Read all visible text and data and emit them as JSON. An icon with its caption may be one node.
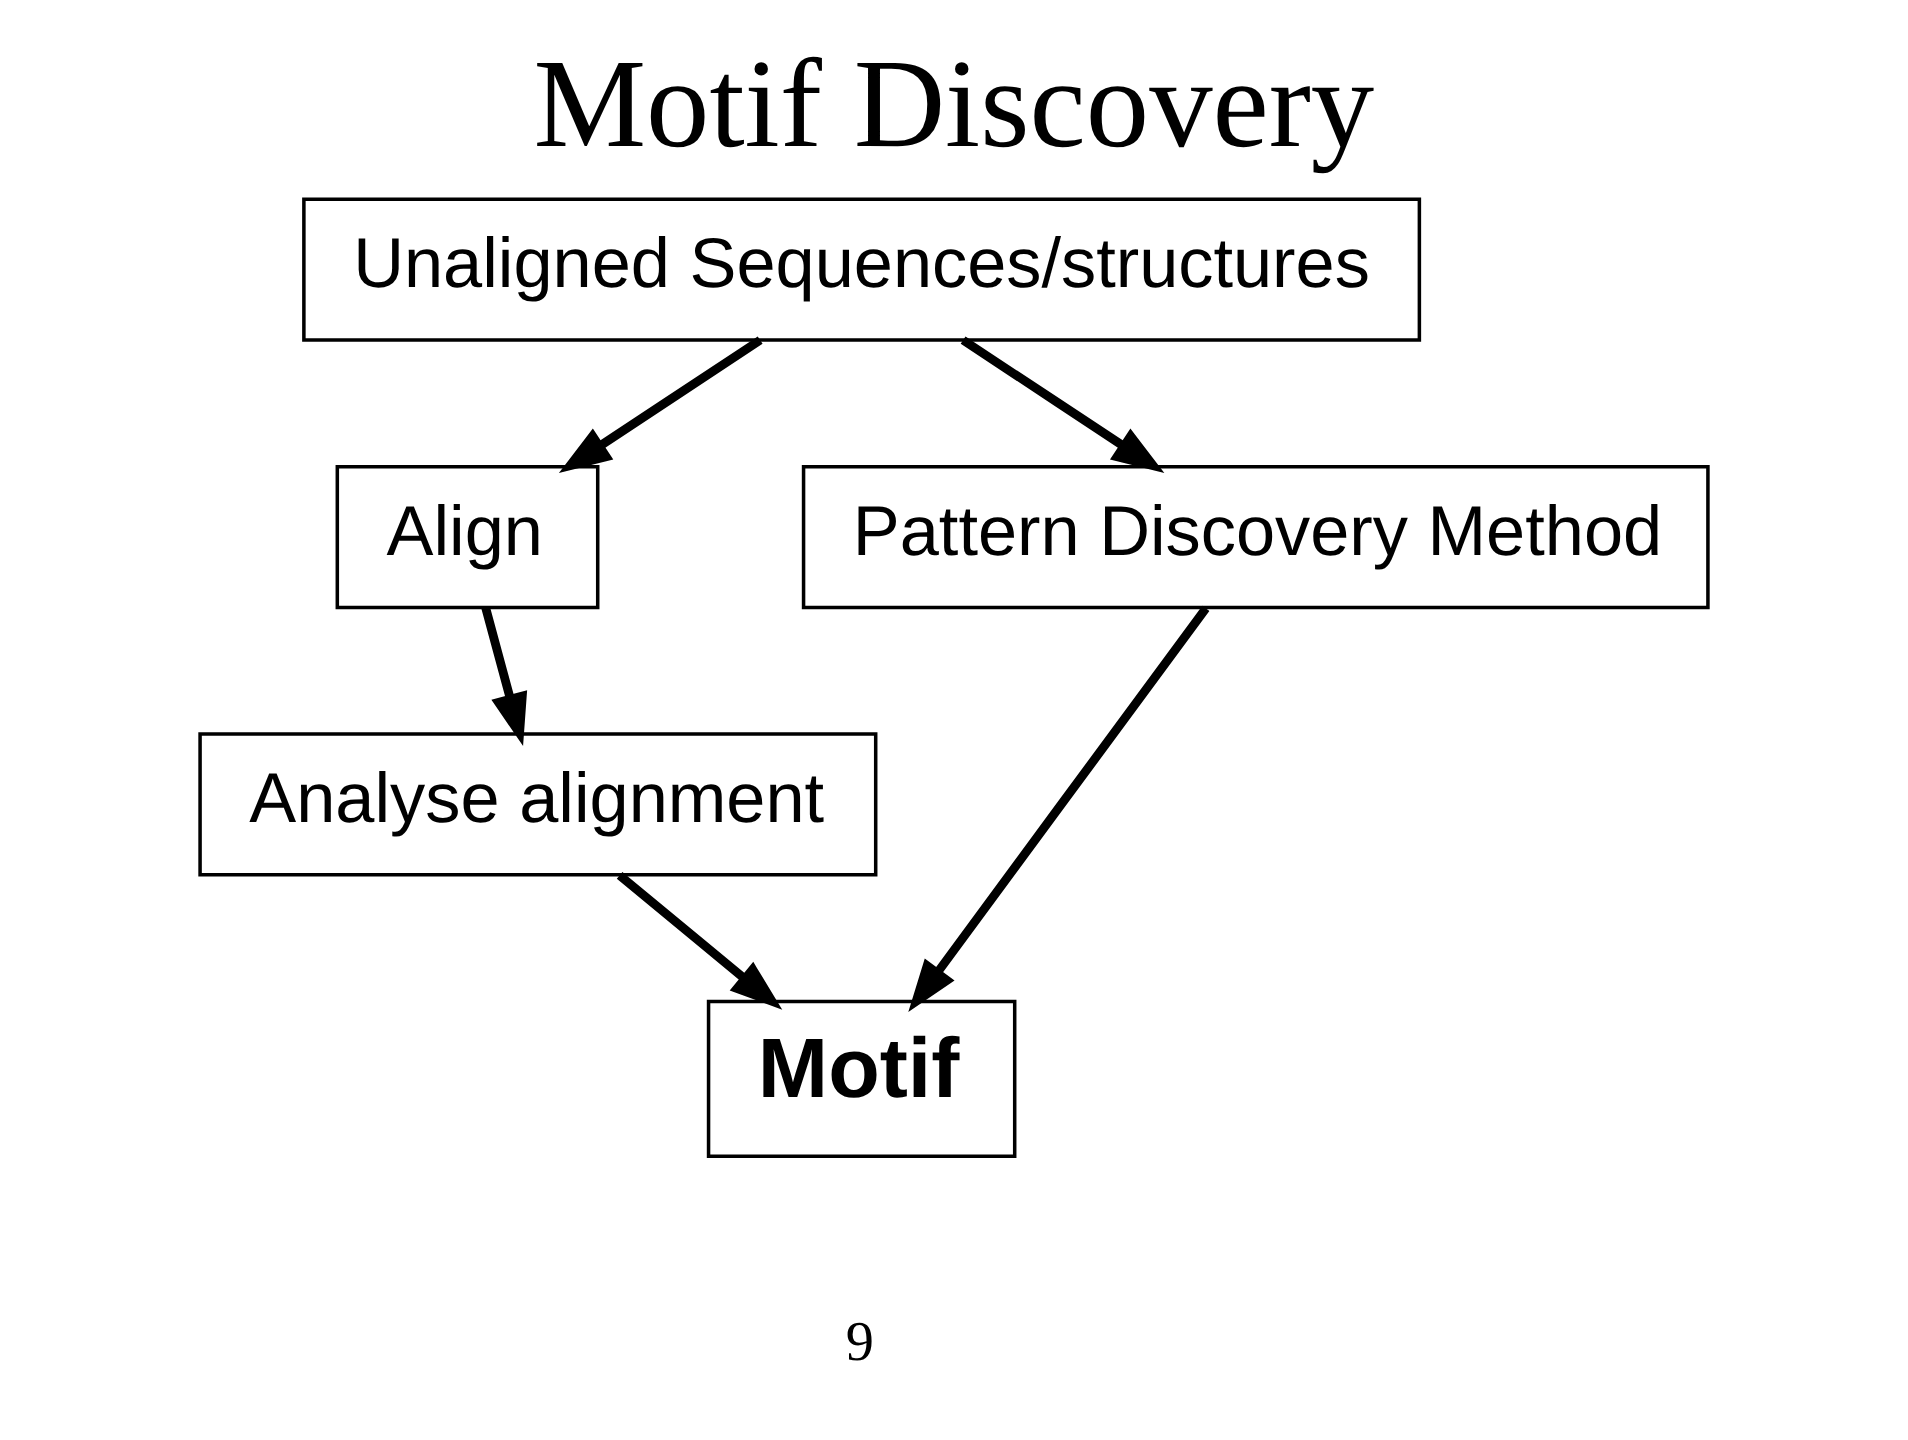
{
  "diagram": {
    "title": "Motif Discovery",
    "nodes": [
      {
        "text": [
          "Unaligned Sequences/structures"
        ]
      },
      {
        "text": [
          "Align"
        ]
      },
      {
        "text": [
          "Pattern Discovery Method"
        ]
      },
      {
        "text": [
          "Analyse alignment"
        ]
      },
      {
        "text": [
          "Motif"
        ]
      }
    ],
    "edges": [
      {
        "from": 0,
        "to": 1,
        "arrow": "to"
      },
      {
        "from": 0,
        "to": 2,
        "arrow": "to"
      },
      {
        "from": 1,
        "to": 3,
        "arrow": "to"
      },
      {
        "from": 3,
        "to": 4,
        "arrow": "to"
      },
      {
        "from": 2,
        "to": 4,
        "arrow": "to"
      }
    ],
    "labels": [
      "9"
    ]
  }
}
